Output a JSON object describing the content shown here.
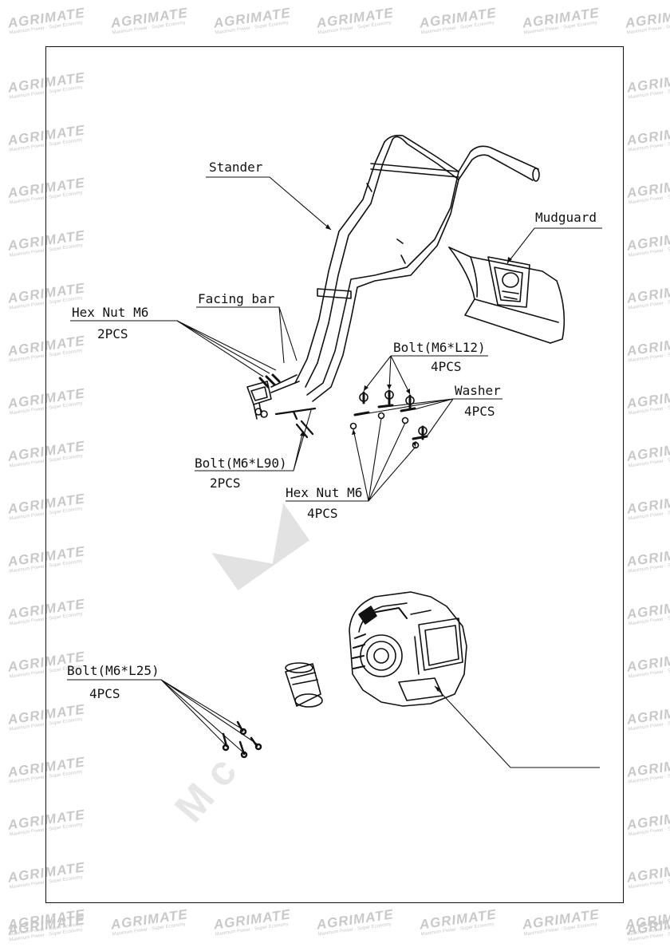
{
  "watermark": {
    "brand": "AGRIMATE",
    "tagline": "Maximum Power · Super Economy"
  },
  "labels": {
    "stander": "Stander",
    "mudguard": "Mudguard",
    "facing_bar": "Facing bar",
    "hex_nut_m6_top": "Hex Nut M6",
    "hex_nut_m6_top_qty": "2PCS",
    "bolt_m6_l12": "Bolt(M6*L12)",
    "bolt_m6_l12_qty": "4PCS",
    "washer": "Washer",
    "washer_qty": "4PCS",
    "bolt_m6_l90": "Bolt(M6*L90)",
    "bolt_m6_l90_qty": "2PCS",
    "hex_nut_m6_bottom": "Hex Nut M6",
    "hex_nut_m6_bottom_qty": "4PCS",
    "bolt_m6_l25": "Bolt(M6*L25)",
    "bolt_m6_l25_qty": "4PCS"
  }
}
